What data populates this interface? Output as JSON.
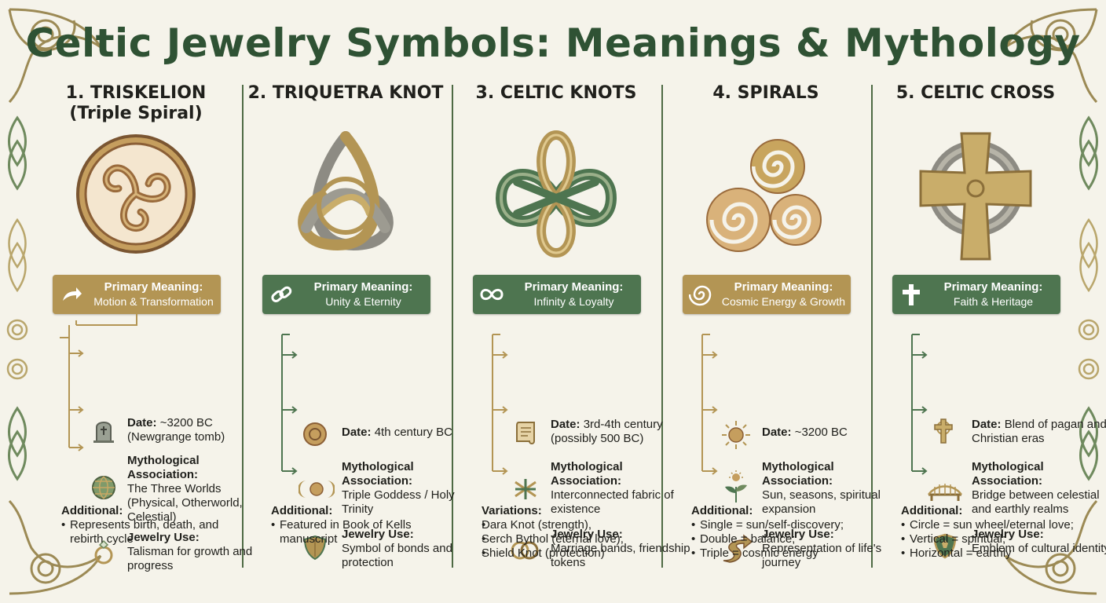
{
  "title": "Celtic Jewelry Symbols: Meanings & Mythology",
  "colors": {
    "green": "#4e7550",
    "gold": "#b39554",
    "dark_green": "#2f5234",
    "background": "#f5f3ea"
  },
  "columns": [
    {
      "heading": "1. TRISKELION",
      "subheading": "(Triple Spiral)",
      "symbol_icon": "triskelion-icon",
      "badge_icon": "arrow-icon",
      "badge_title": "Primary Meaning:",
      "badge_text": "Motion & Transformation",
      "date_label": "Date:",
      "date_text": "~3200 BC (Newgrange tomb)",
      "date_icon": "tombstone-icon",
      "myth_label": "Mythological Association:",
      "myth_text": "The Three Worlds (Physical, Otherworld, Celestial)",
      "myth_icon": "globe-icon",
      "use_label": "Jewelry Use:",
      "use_text": "Talisman for growth and progress",
      "use_icon": "ring-icon",
      "extra_title": "Additional:",
      "extra_items": [
        "Represents birth, death, and rebirth cycle"
      ]
    },
    {
      "heading": "2. TRIQUETRA KNOT",
      "subheading": "",
      "symbol_icon": "triquetra-icon",
      "badge_icon": "chain-link-icon",
      "badge_title": "Primary Meaning:",
      "badge_text": "Unity & Eternity",
      "date_label": "Date:",
      "date_text": "4th century BC",
      "date_icon": "coin-icon",
      "myth_label": "Mythological Association:",
      "myth_text": "Triple Goddess / Holy Trinity",
      "myth_icon": "triple-moon-icon",
      "use_label": "Jewelry Use:",
      "use_text": "Symbol of bonds and protection",
      "use_icon": "shield-icon",
      "extra_title": "Additional:",
      "extra_items": [
        "Featured in Book of Kells manuscript"
      ]
    },
    {
      "heading": "3. CELTIC KNOTS",
      "subheading": "",
      "symbol_icon": "celtic-knot-icon",
      "badge_icon": "infinity-icon",
      "badge_title": "Primary Meaning:",
      "badge_text": "Infinity & Loyalty",
      "date_label": "Date:",
      "date_text": "3rd-4th century (possibly 500 BC)",
      "date_icon": "scroll-icon",
      "myth_label": "Mythological Association:",
      "myth_text": "Interconnected fabric of existence",
      "myth_icon": "woven-knot-icon",
      "use_label": "Jewelry Use:",
      "use_text": "Marriage bands, friendship tokens",
      "use_icon": "wedding-rings-icon",
      "extra_title": "Variations:",
      "extra_items": [
        "Dara Knot (strength),",
        "Serch Bythol (eternal love),",
        "Shield Knot (protection)"
      ]
    },
    {
      "heading": "4. SPIRALS",
      "subheading": "",
      "symbol_icon": "spirals-icon",
      "badge_icon": "swirl-icon",
      "badge_title": "Primary Meaning:",
      "badge_text": "Cosmic Energy & Growth",
      "date_label": "Date:",
      "date_text": "~3200 BC",
      "date_icon": "sun-icon",
      "myth_label": "Mythological Association:",
      "myth_text": "Sun, seasons, spiritual expansion",
      "myth_icon": "sprout-sun-icon",
      "use_label": "Jewelry Use:",
      "use_text": "Representation of life's journey",
      "use_icon": "winding-path-icon",
      "extra_title": "Additional:",
      "extra_items": [
        "Single = sun/self-discovery;",
        "Double = balance;",
        "Triple = cosmic energy"
      ]
    },
    {
      "heading": "5. CELTIC CROSS",
      "subheading": "",
      "symbol_icon": "celtic-cross-icon",
      "badge_icon": "cross-icon",
      "badge_title": "Primary Meaning:",
      "badge_text": "Faith & Heritage",
      "date_label": "Date:",
      "date_text": "Blend of pagan and Christian eras",
      "date_icon": "small-cross-icon",
      "myth_label": "Mythological Association:",
      "myth_text": "Bridge between celestial and earthly realms",
      "myth_icon": "bridge-icon",
      "use_label": "Jewelry Use:",
      "use_text": "Emblem of cultural identity",
      "use_icon": "crest-shield-icon",
      "extra_title": "Additional:",
      "extra_items": [
        "Circle = sun wheel/eternal love;",
        "Vertical = spiritual;",
        "Horizontal = earthly"
      ]
    }
  ]
}
